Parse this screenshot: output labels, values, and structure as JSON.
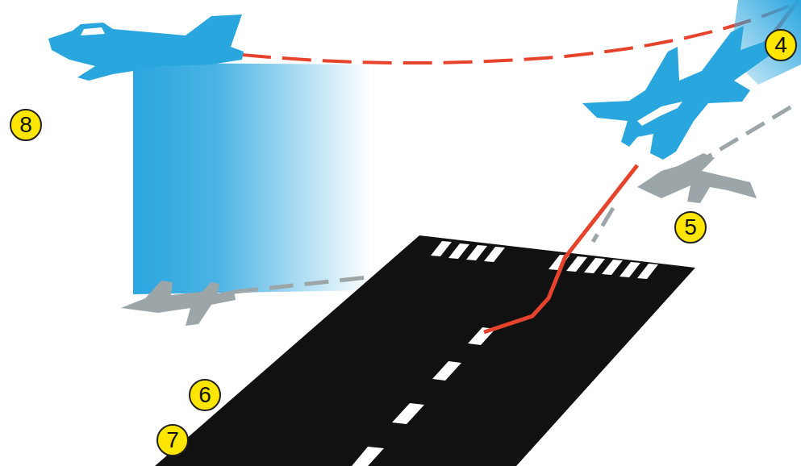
{
  "diagram": {
    "labels": [
      "4",
      "8",
      "5",
      "6",
      "7"
    ]
  }
}
